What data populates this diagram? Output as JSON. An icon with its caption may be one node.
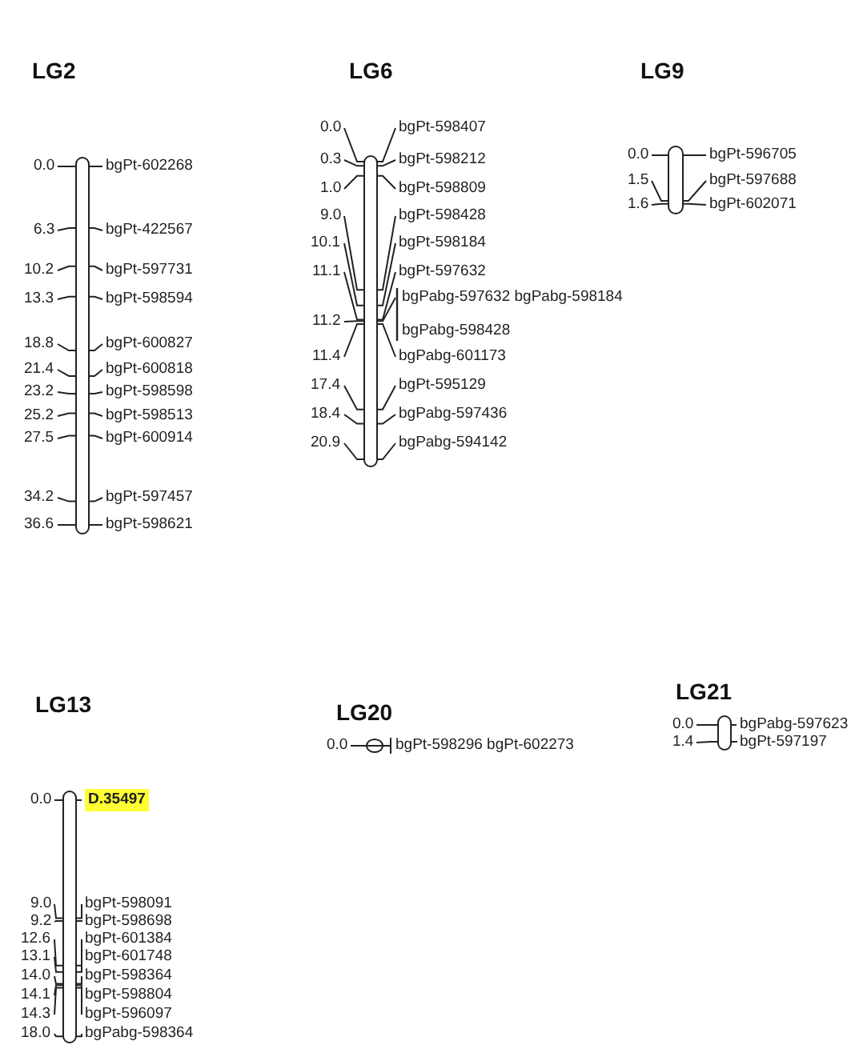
{
  "diagram": {
    "nodes": [
      {
        "text": [
          "LG2"
        ],
        "beside": [
          "0.0",
          "bgPt-602268",
          "6.3",
          "bgPt-422567",
          "10.2",
          "bgPt-597731",
          "13.3",
          "bgPt-598594",
          "18.8",
          "bgPt-600827",
          "21.4",
          "bgPt-600818",
          "23.2",
          "bgPt-598598",
          "25.2",
          "bgPt-598513",
          "27.5",
          "bgPt-600914",
          "34.2",
          "bgPt-597457",
          "36.6",
          "bgPt-598621"
        ]
      },
      {
        "text": [
          "LG6"
        ],
        "beside": [
          "0.0",
          "bgPt-598407",
          "0.3",
          "bgPt-598212",
          "1.0",
          "bgPt-598809",
          "9.0",
          "bgPt-598428",
          "10.1",
          "bgPt-598184",
          "11.1",
          "bgPt-597632",
          "11.2",
          "bgPabg-597632 bgPabg-598184",
          "bgPabg-598428",
          "11.4",
          "bgPabg-601173",
          "17.4",
          "bgPt-595129",
          "18.4",
          "bgPabg-597436",
          "20.9",
          "bgPabg-594142"
        ]
      },
      {
        "text": [
          "LG9"
        ],
        "beside": [
          "0.0",
          "bgPt-596705",
          "1.5",
          "bgPt-597688",
          "1.6",
          "bgPt-602071"
        ]
      },
      {
        "text": [
          "LG13"
        ],
        "beside": [
          "0.0",
          "D.35497",
          "9.0",
          "bgPt-598091",
          "9.2",
          "bgPt-598698",
          "12.6",
          "bgPt-601384",
          "13.1",
          "bgPt-601748",
          "14.0",
          "bgPt-598364",
          "14.1",
          "bgPt-598804",
          "14.3",
          "bgPt-596097",
          "18.0",
          "bgPabg-598364"
        ]
      },
      {
        "text": [
          "LG20"
        ],
        "beside": [
          "0.0",
          "bgPt-598296 bgPt-602273"
        ]
      },
      {
        "text": [
          "LG21"
        ],
        "beside": [
          "0.0",
          "bgPabg-597623",
          "1.4",
          "bgPt-597197"
        ]
      }
    ]
  }
}
